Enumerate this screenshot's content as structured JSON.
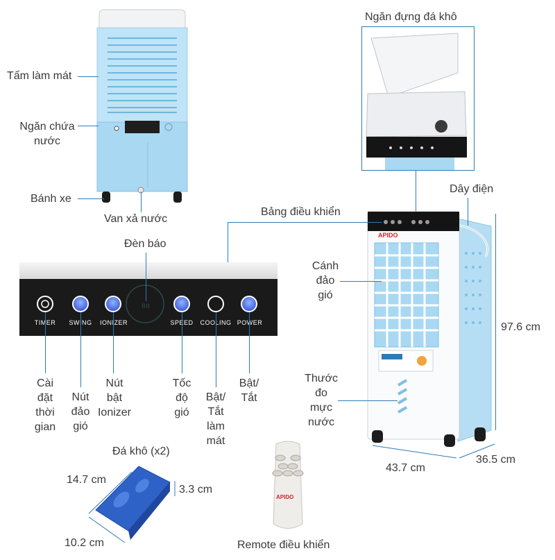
{
  "labels": {
    "cooling_pad": "Tấm làm mát",
    "water_tank_line1": "Ngăn chứa",
    "water_tank_line2": "nước",
    "wheels": "Bánh xe",
    "drain_valve": "Van xả nước",
    "ice_compartment": "Ngăn đựng đá khô",
    "power_cord": "Dây điện",
    "control_panel": "Bảng điều khiển",
    "indicator_light": "Đèn báo",
    "louver_line1": "Cánh",
    "louver_line2": "đảo",
    "louver_line3": "gió",
    "water_gauge_line1": "Thước",
    "water_gauge_line2": "đo",
    "water_gauge_line3": "mực",
    "water_gauge_line4": "nước",
    "timer_desc_line1": "Cài",
    "timer_desc_line2": "đặt",
    "timer_desc_line3": "thời",
    "timer_desc_line4": "gian",
    "swing_desc_line1": "Nút",
    "swing_desc_line2": "đảo",
    "swing_desc_line3": "gió",
    "ionizer_desc_line1": "Nút",
    "ionizer_desc_line2": "bật",
    "ionizer_desc_line3": "Ionizer",
    "speed_desc_line1": "Tốc",
    "speed_desc_line2": "độ",
    "speed_desc_line3": "gió",
    "cooling_desc_line1": "Bật/",
    "cooling_desc_line2": "Tắt",
    "cooling_desc_line3": "làm",
    "cooling_desc_line4": "mát",
    "power_desc_line1": "Bật/",
    "power_desc_line2": "Tắt",
    "ice_pack": "Đá khô (x2)",
    "remote": "Remote điều khiển"
  },
  "buttons": {
    "timer": "TIMER",
    "swing": "SWING",
    "ionizer": "IONIZER",
    "speed": "SPEED",
    "cooling": "COOLING",
    "power": "POWER"
  },
  "dimensions": {
    "height": "97.6 cm",
    "width": "43.7 cm",
    "depth": "36.5 cm",
    "ice_length": "14.7 cm",
    "ice_thickness": "3.3 cm",
    "ice_width": "10.2 cm"
  },
  "brand": "APIDO",
  "colors": {
    "accent_line": "#2c7bb6",
    "body_blue": "#a9d8f2",
    "panel_black": "#1a1a1a"
  }
}
